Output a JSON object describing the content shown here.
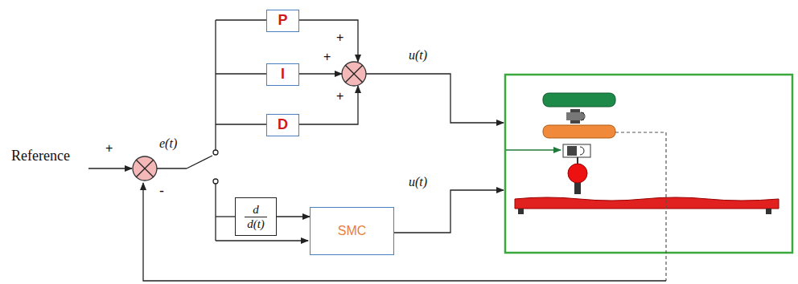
{
  "diagram": {
    "nodes": [
      {
        "text": [
          "P"
        ]
      },
      {
        "text": [
          "I"
        ]
      },
      {
        "text": [
          "D"
        ]
      },
      {
        "text": [
          "d",
          "d(t)"
        ]
      },
      {
        "text": [
          "SMC"
        ]
      }
    ],
    "edges": [
      {
        "from": 3,
        "to": 4,
        "arrow": "to"
      }
    ],
    "labels": [
      "Reference",
      "+",
      "e(t)",
      "-",
      "+",
      "+",
      "+",
      "u(t)",
      "u(t)"
    ]
  }
}
